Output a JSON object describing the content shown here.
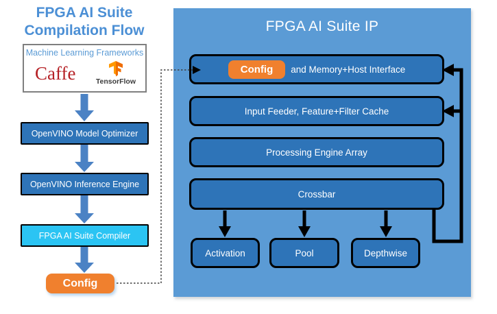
{
  "left_flow": {
    "title_line1": "FPGA AI Suite",
    "title_line2": "Compilation Flow",
    "frameworks_box": {
      "label": "Machine Learning Frameworks",
      "caffe_label": "Caffe",
      "tensorflow_label": "TensorFlow"
    },
    "steps": [
      {
        "label": "OpenVINO Model Optimizer"
      },
      {
        "label": "OpenVINO Inference Engine"
      },
      {
        "label": "FPGA AI Suite Compiler"
      }
    ],
    "config_label": "Config"
  },
  "right_panel": {
    "title": "FPGA AI Suite IP",
    "config_chip_label": "Config",
    "config_row_text": "and Memory+Host Interface",
    "rows": [
      {
        "label": "Input Feeder, Feature+Filter Cache"
      },
      {
        "label": "Processing Engine Array"
      },
      {
        "label": "Crossbar"
      }
    ],
    "leaves": [
      {
        "label": "Activation"
      },
      {
        "label": "Pool"
      },
      {
        "label": "Depthwise"
      }
    ]
  },
  "colors": {
    "panel_bg": "#5b9bd5",
    "inner_box_blue": "#2e74b8",
    "compiler_cyan": "#2bc4f3",
    "config_orange": "#f0802e",
    "flow_arrow_blue": "#4b82c4",
    "title_blue": "#4b8fd5",
    "caffe_red": "#b52025",
    "tensorflow_orange": "#f57f17",
    "loop_black": "#000000"
  }
}
